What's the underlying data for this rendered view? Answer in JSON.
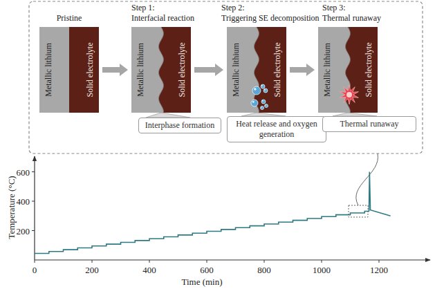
{
  "diagram": {
    "nodes": [
      {
        "text": [
          "Pristine"
        ]
      },
      {
        "text": [
          "Metallic lithium"
        ],
        "in": 0
      },
      {
        "text": [
          "Solid electrolyte"
        ],
        "in": 0
      },
      {
        "text": [
          "Step 1:",
          "Interfacial reaction"
        ]
      },
      {
        "text": [
          "Metallic lithium"
        ],
        "in": 3
      },
      {
        "text": [
          "Solid electrolyte"
        ],
        "in": 3
      },
      {
        "text": [
          "Step 2:",
          "Triggering SE decomposition"
        ]
      },
      {
        "text": [
          "Metallic lithium"
        ],
        "in": 6
      },
      {
        "text": [
          "Solid electrolyte"
        ],
        "in": 6
      },
      {
        "text": [
          "Step 3:",
          "Thermal runaway"
        ]
      },
      {
        "text": [
          "Metallic lithium"
        ],
        "in": 9
      },
      {
        "text": [
          "Solid electrolyte"
        ],
        "in": 9
      },
      {
        "text": [
          "Interphase formation"
        ]
      },
      {
        "text": [
          "Heat release and oxygen generation"
        ]
      },
      {
        "text": [
          "Thermal runaway"
        ]
      }
    ],
    "edges": [
      {
        "from": 0,
        "to": 3,
        "arrow": "to"
      },
      {
        "from": 3,
        "to": 6,
        "arrow": "to"
      },
      {
        "from": 6,
        "to": 9,
        "arrow": "to"
      },
      {
        "from": 3,
        "to": 12,
        "arrow": "none"
      },
      {
        "from": 6,
        "to": 13,
        "arrow": "none"
      },
      {
        "from": 9,
        "to": 14,
        "arrow": "none"
      }
    ],
    "labels": [
      "200",
      "400",
      "600",
      "Temperature (°C)",
      "0",
      "200",
      "400",
      "600",
      "800",
      "1000",
      "1200",
      "Time (min)"
    ]
  }
}
